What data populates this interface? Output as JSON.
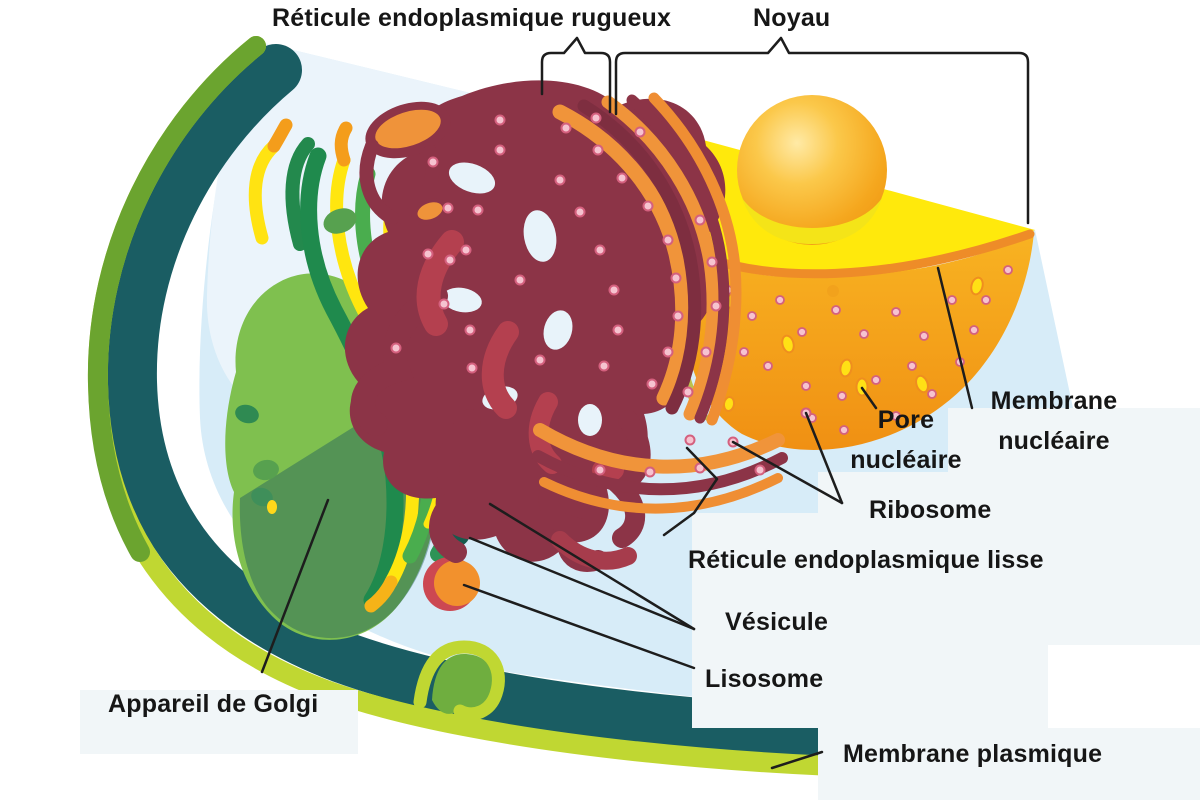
{
  "diagram": {
    "subject": "cellule-animale",
    "labels": {
      "rough_er": "Réticule endoplasmique rugueux",
      "nucleus": "Noyau",
      "nuclear_membrane": {
        "line1": "Membrane",
        "line2": "nucléaire"
      },
      "nuclear_pore": {
        "line1": "Pore",
        "line2": "nucléaire"
      },
      "ribosome": "Ribosome",
      "smooth_er": "Réticule endoplasmique lisse",
      "vesicle": "Vésicule",
      "lysosome": "Lisosome",
      "golgi": "Appareil de Golgi",
      "plasma_membrane": "Membrane plasmique"
    },
    "colors": {
      "membrane_outer_green": "#6ba42f",
      "membrane_outer_lime": "#c0d732",
      "membrane_inner_teal": "#1a5d63",
      "cytoplasm_blue": "#d7ecf8",
      "cytoplasm_pale": "#edf5fb",
      "nucleus_yellow": "#ffe90c",
      "nucleus_body_orange": "#f6a31c",
      "nucleolus_orange": "#f5a51d",
      "er_maroon": "#8c3447",
      "er_red": "#b4404f",
      "er_orange": "#f0943a",
      "golgi_dark_green": "#1f8a4d",
      "golgi_light_green": "#7fc04f",
      "golgi_yellow": "#ffe60f",
      "ribosome_pink": "#f6c3d0",
      "lysosome_orange": "#f2912d",
      "lysosome_red": "#cc4852",
      "label_text": "#161616",
      "leader_line": "#1d1d1d",
      "panel_bg": "#f1f6f8"
    }
  }
}
